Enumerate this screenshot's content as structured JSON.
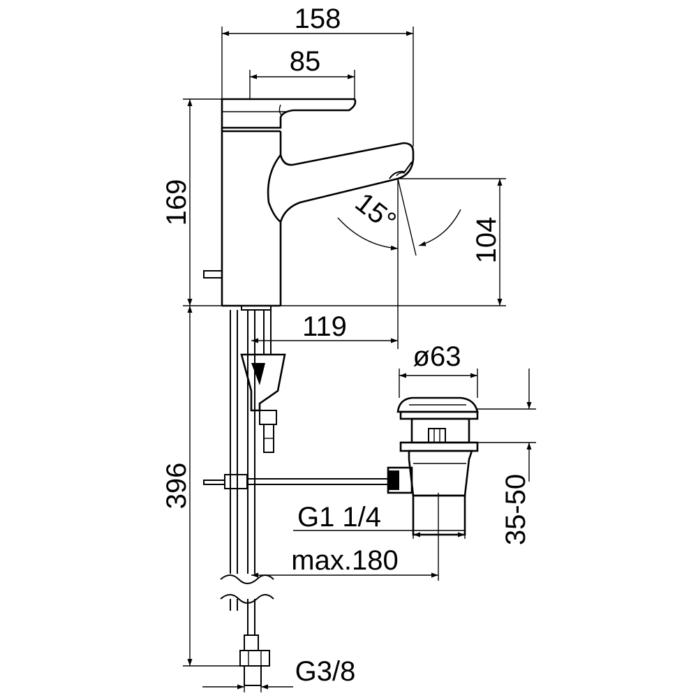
{
  "drawing": {
    "dimensions": {
      "overall_depth": "158",
      "lever_depth": "85",
      "overall_height": "169",
      "spout_height": "104",
      "spout_reach": "119",
      "angle": "15°",
      "waste_diameter": "ø63",
      "waste_thread": "G1 1/4",
      "max_distance": "max.180",
      "waste_height": "35-50",
      "supply_height": "396",
      "supply_thread": "G3/8"
    },
    "colors": {
      "line": "#000000",
      "background": "#ffffff"
    }
  }
}
